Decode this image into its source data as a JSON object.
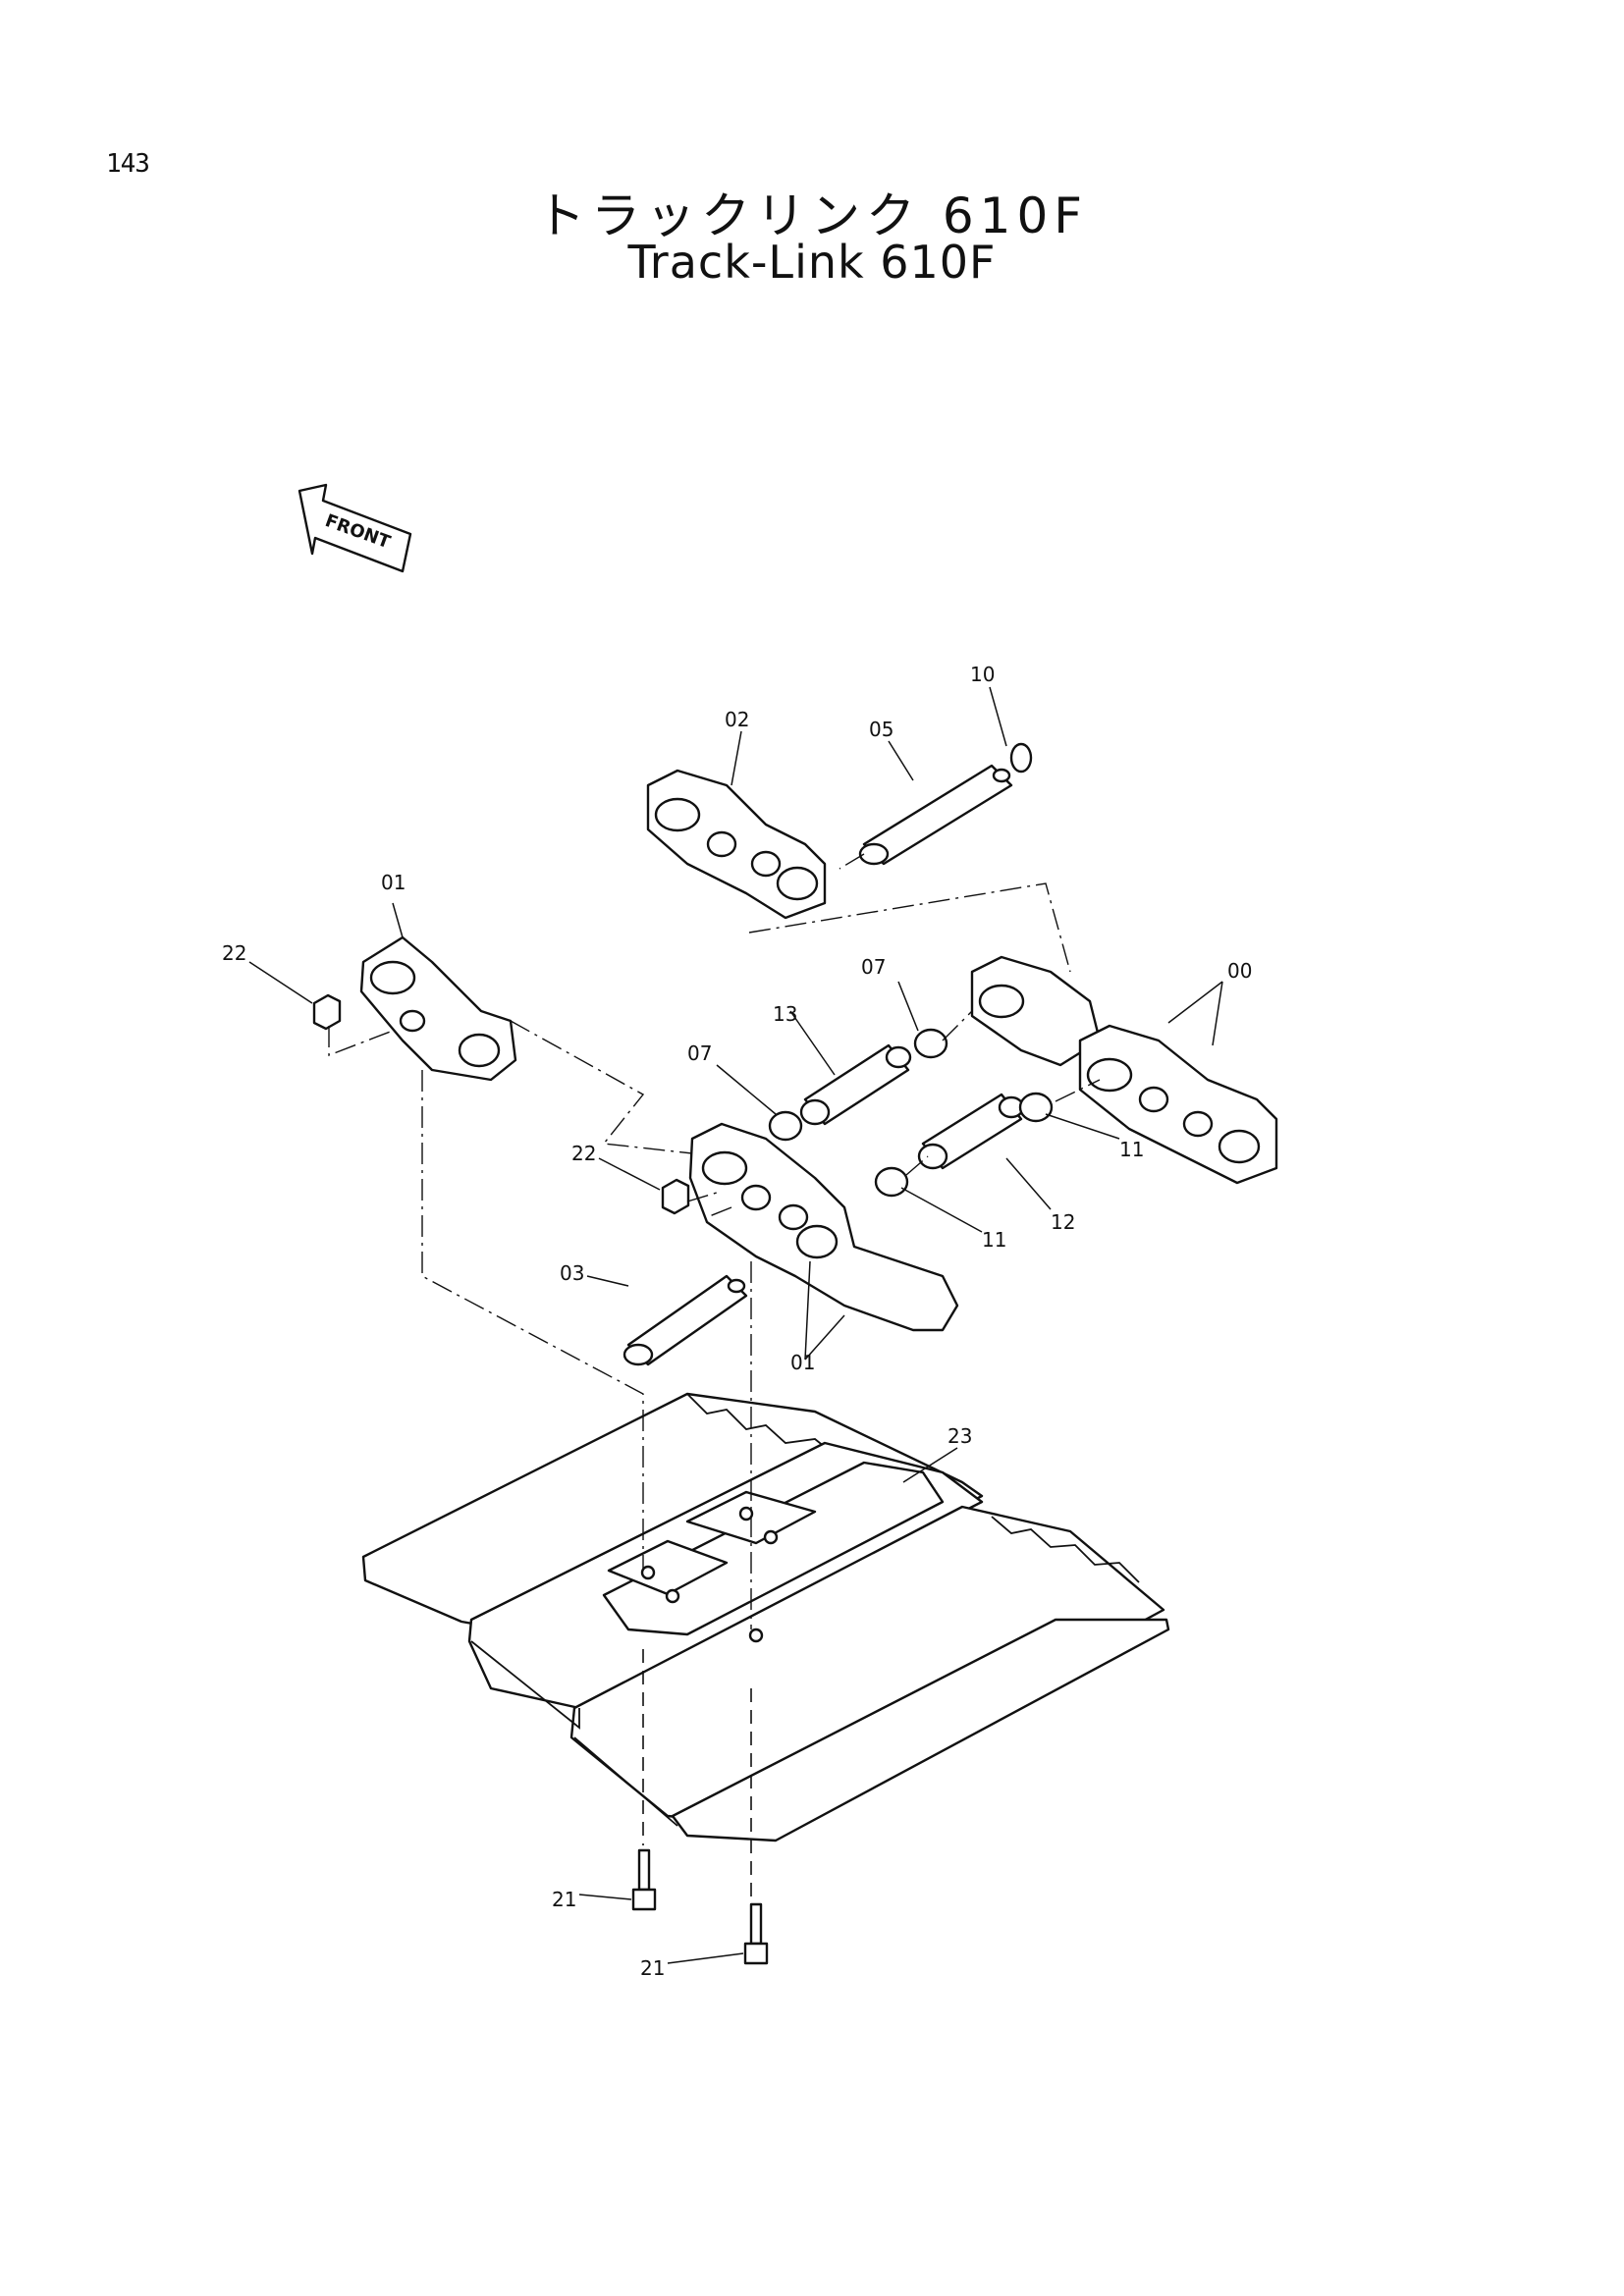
{
  "page": {
    "number": "143"
  },
  "title": {
    "japanese": "トラックリンク 610F",
    "english": "Track-Link 610F"
  },
  "direction_indicator": {
    "label": "FRONT",
    "icon": "arrow-left-icon"
  },
  "callouts": {
    "c00": "00",
    "c01_upper": "01",
    "c01_lower": "01",
    "c02": "02",
    "c03": "03",
    "c05": "05",
    "c07_upper": "07",
    "c07_left": "07",
    "c10": "10",
    "c11_right": "11",
    "c11_center": "11",
    "c12": "12",
    "c13": "13",
    "c21_left": "21",
    "c21_right": "21",
    "c22_upper": "22",
    "c22_lower": "22",
    "c23": "23"
  }
}
